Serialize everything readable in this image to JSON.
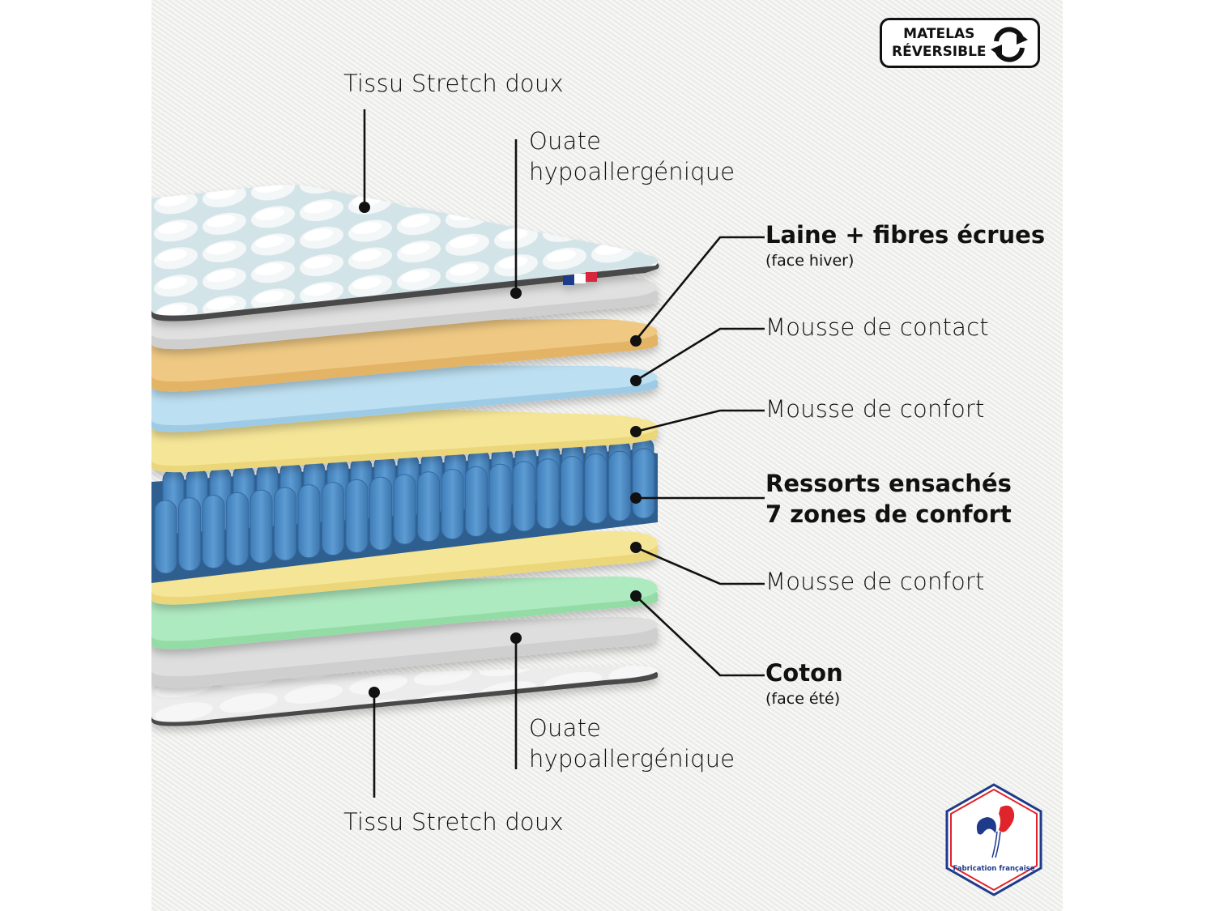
{
  "badge": {
    "line1": "MATELAS",
    "line2": "RÉVERSIBLE",
    "icon": "reverse-arrows-icon"
  },
  "certification": {
    "text": "Fabrication française",
    "icon": "rooster-icon",
    "colors": {
      "blue": "#1f3a8a",
      "red": "#e0242b"
    }
  },
  "labels": {
    "top_fabric": "Tissu Stretch doux",
    "top_wadding_line1": "Ouate",
    "top_wadding_line2": "hypoallergénique",
    "wool_title": "Laine + fibres écrues",
    "wool_sub": "(face hiver)",
    "contact_foam": "Mousse de contact",
    "comfort_foam_top": "Mousse de confort",
    "springs_line1": "Ressorts ensachés",
    "springs_line2": "7 zones de confort",
    "comfort_foam_bottom": "Mousse de confort",
    "cotton_title": "Coton",
    "cotton_sub": "(face été)",
    "bottom_wadding_line1": "Ouate",
    "bottom_wadding_line2": "hypoallergénique",
    "bottom_fabric": "Tissu Stretch doux"
  },
  "layers": [
    {
      "name": "Tissu Stretch doux",
      "color": "#c9dde3"
    },
    {
      "name": "Ouate hypoallergénique",
      "color": "#dcdcdc"
    },
    {
      "name": "Laine + fibres écrues",
      "color": "#efc77e"
    },
    {
      "name": "Mousse de contact",
      "color": "#b9dcf0"
    },
    {
      "name": "Mousse de confort",
      "color": "#f5e595"
    },
    {
      "name": "Ressorts ensachés 7 zones de confort",
      "color": "#4f8ec8"
    },
    {
      "name": "Mousse de confort",
      "color": "#f5e595"
    },
    {
      "name": "Coton",
      "color": "#a9e8b8"
    },
    {
      "name": "Ouate hypoallergénique",
      "color": "#d8d8d8"
    },
    {
      "name": "Tissu Stretch doux",
      "color": "#ececec"
    }
  ]
}
